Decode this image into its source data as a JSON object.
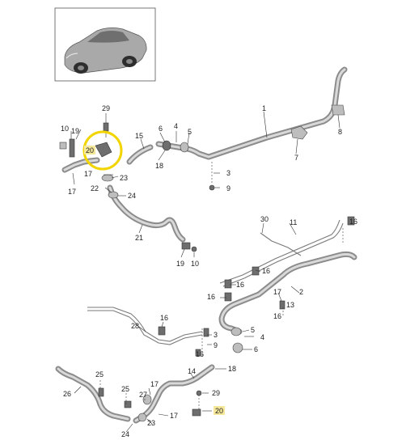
{
  "diagram": {
    "highlight_color": "#f5e05a",
    "circle_color": "#f2d500",
    "thumbnail": {
      "name": "car-thumbnail"
    },
    "callouts": {
      "c1": "1",
      "c2": "2",
      "c3a": "3",
      "c3b": "3",
      "c4a": "4",
      "c4b": "4",
      "c5a": "5",
      "c5b": "5",
      "c6a": "6",
      "c6b": "6",
      "c7": "7",
      "c8": "8",
      "c9a": "9",
      "c9b": "9",
      "c10": "10",
      "c11": "11",
      "c13": "13",
      "c14": "14",
      "c15": "15",
      "c16a": "16",
      "c16b": "16",
      "c16c": "16",
      "c16d": "16",
      "c16e": "16",
      "c16f": "16",
      "c16g": "16",
      "c17a": "17",
      "c17b": "17",
      "c17c": "17",
      "c17d": "17",
      "c18a": "18",
      "c18b": "18",
      "c19a": "19",
      "c19b": "19",
      "c20a": "20",
      "c20b": "20",
      "c21": "21",
      "c22": "22",
      "c23a": "23",
      "c23b": "23",
      "c24a": "24",
      "c24b": "24",
      "c25a": "25",
      "c25b": "25",
      "c26": "26",
      "c27": "27",
      "c28": "28",
      "c29a": "29",
      "c29b": "29",
      "c30": "30"
    }
  }
}
